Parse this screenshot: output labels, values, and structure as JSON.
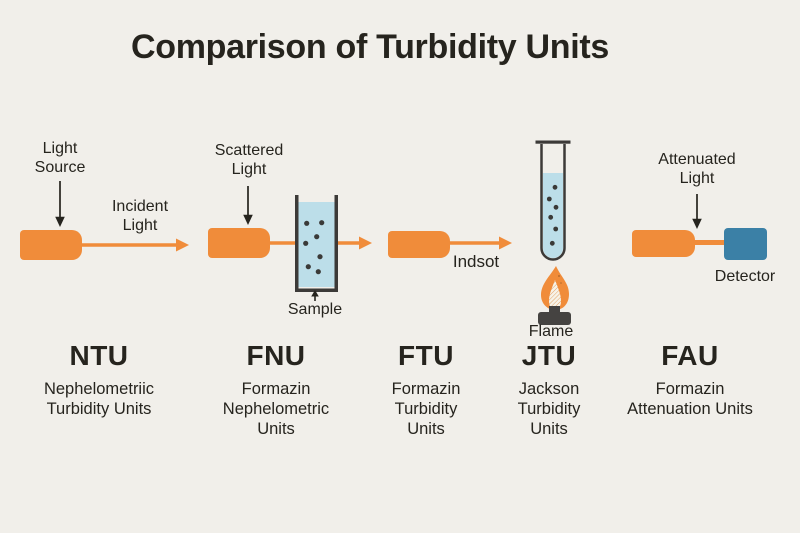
{
  "title": "Comparison of Turbidity Units",
  "colors": {
    "background": "#F1EFEA",
    "accent_orange": "#F08C3A",
    "detector_blue": "#3B80A6",
    "liquid_blue": "#BCDEE9",
    "ink": "#26241E",
    "wall_dark": "#3C3A38",
    "burner_dark": "#454341"
  },
  "diagrams": {
    "ntu": {
      "light_source_label": "Light\nSource",
      "beam_label": "Incident\nLight"
    },
    "fnu": {
      "scattered_label": "Scattered\nLight",
      "sample_label": "Sample"
    },
    "ftu": {
      "beam_label": "Indsot"
    },
    "jtu": {
      "flame_label": "Flame"
    },
    "fau": {
      "attenuated_label": "Attenuated\nLight",
      "detector_label": "Detector"
    }
  },
  "units": [
    {
      "abbr": "NTU",
      "name": "Nephelometriic\nTurbidity Units"
    },
    {
      "abbr": "FNU",
      "name": "Formazin\nNephelometric\nUnits"
    },
    {
      "abbr": "FTU",
      "name": "Formazin\nTurbidity\nUnits"
    },
    {
      "abbr": "JTU",
      "name": "Jackson\nTurbidity\nUnits"
    },
    {
      "abbr": "FAU",
      "name": "Formazin\nAttenuation Units"
    }
  ]
}
